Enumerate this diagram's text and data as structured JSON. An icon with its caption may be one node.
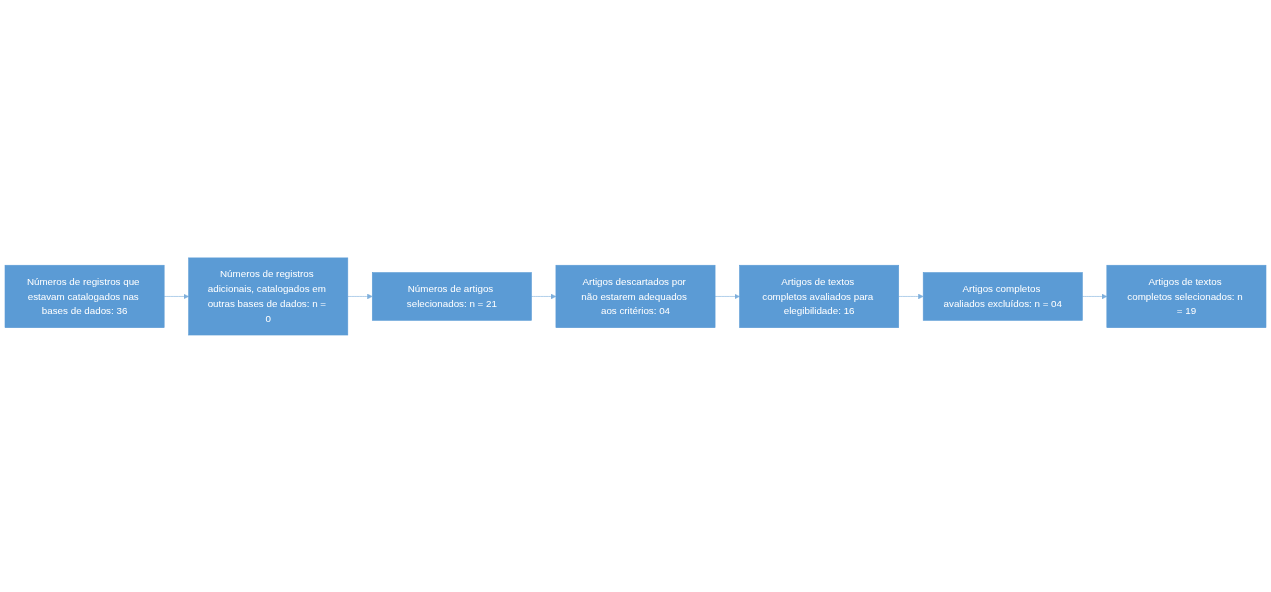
{
  "diagram": {
    "nodes": [
      {
        "text": [
          "Números de registros que estavam catalogados nas bases de dados: 36"
        ]
      },
      {
        "text": [
          "Números de registros adicionais, catalogados em outras bases de dados: n = 0"
        ]
      },
      {
        "text": [
          "Números de artigos selecionados: n = 21"
        ]
      },
      {
        "text": [
          "Artigos descartados por não estarem adequados aos critérios: 04"
        ]
      },
      {
        "text": [
          "Artigos de textos completos avaliados para elegibilidade: 16"
        ]
      },
      {
        "text": [
          "Artigos completos avaliados excluídos: n = 04"
        ]
      },
      {
        "text": [
          "Artigos de textos completos selecionados: n = 19"
        ]
      }
    ],
    "edges": [
      {
        "from": 0,
        "to": 1,
        "arrow": "to"
      },
      {
        "from": 1,
        "to": 2,
        "arrow": "to"
      },
      {
        "from": 2,
        "to": 3,
        "arrow": "to"
      },
      {
        "from": 3,
        "to": 4,
        "arrow": "to"
      },
      {
        "from": 4,
        "to": 5,
        "arrow": "to"
      },
      {
        "from": 5,
        "to": 6,
        "arrow": "to"
      }
    ]
  }
}
